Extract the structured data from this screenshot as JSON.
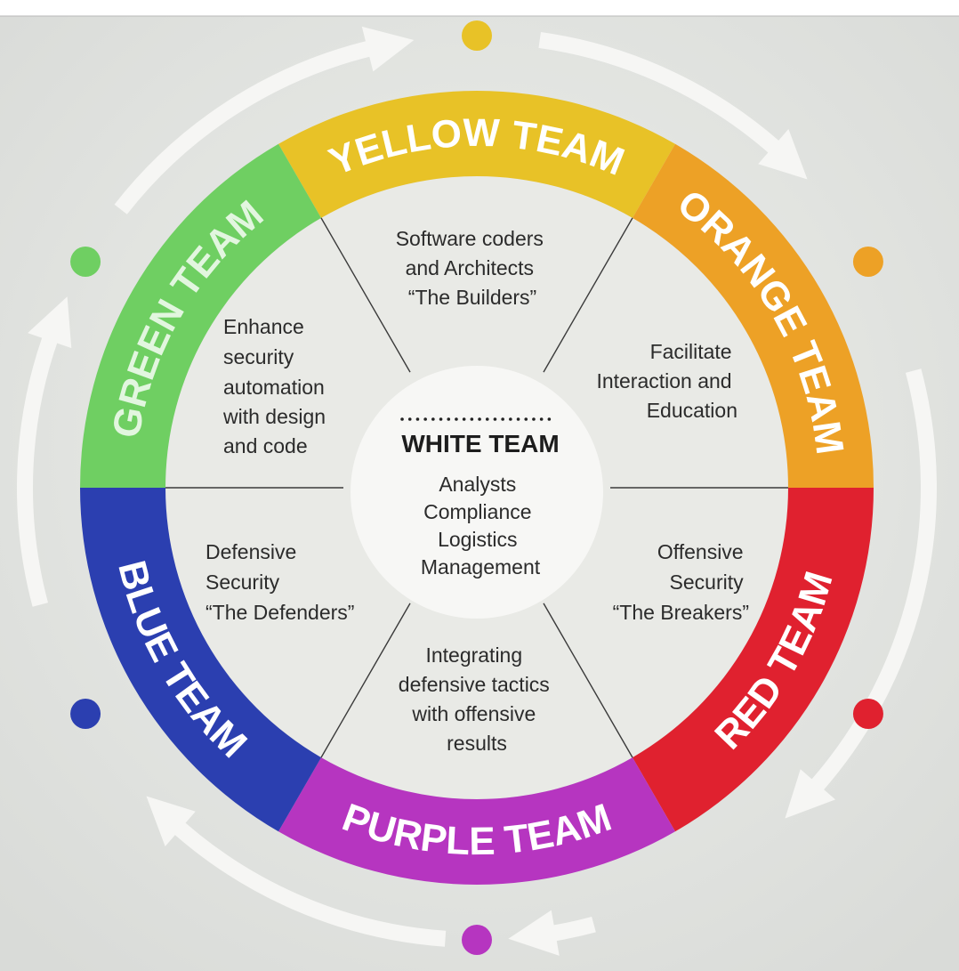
{
  "colors": {
    "background": "#e3e5e2",
    "wheel_fill": "#e9eae6",
    "center_fill": "#f7f7f5",
    "arrow": "#f6f6f4",
    "text": "#2b2b2b",
    "yellow": "#e8c227",
    "orange": "#eda126",
    "red": "#e0212f",
    "purple": "#b635c0",
    "blue": "#2b3fb0",
    "green": "#6fcf62"
  },
  "teams": [
    {
      "key": "yellow",
      "label": "YELLOW TEAM",
      "color": "#e8c227",
      "description": [
        "Software coders",
        "and Architects",
        "“The Builders”"
      ]
    },
    {
      "key": "orange",
      "label": "ORANGE TEAM",
      "color": "#eda126",
      "description": [
        "Facilitate",
        "Interaction and",
        "Education"
      ]
    },
    {
      "key": "red",
      "label": "RED TEAM",
      "color": "#e0212f",
      "description": [
        "Offensive",
        "Security",
        "“The Breakers”"
      ]
    },
    {
      "key": "purple",
      "label": "PURPLE TEAM",
      "color": "#b635c0",
      "description": [
        "Integrating",
        "defensive tactics",
        "with offensive",
        "results"
      ]
    },
    {
      "key": "blue",
      "label": "BLUE TEAM",
      "color": "#2b3fb0",
      "description": [
        "Defensive",
        "Security",
        "“The Defenders”"
      ]
    },
    {
      "key": "green",
      "label": "GREEN TEAM",
      "color": "#6fcf62",
      "description": [
        "Enhance",
        "security",
        "automation",
        "with design",
        "and code"
      ]
    }
  ],
  "center": {
    "title": "WHITE TEAM",
    "lines": [
      "Analysts",
      "Compliance",
      "Logistics",
      "Management"
    ]
  }
}
